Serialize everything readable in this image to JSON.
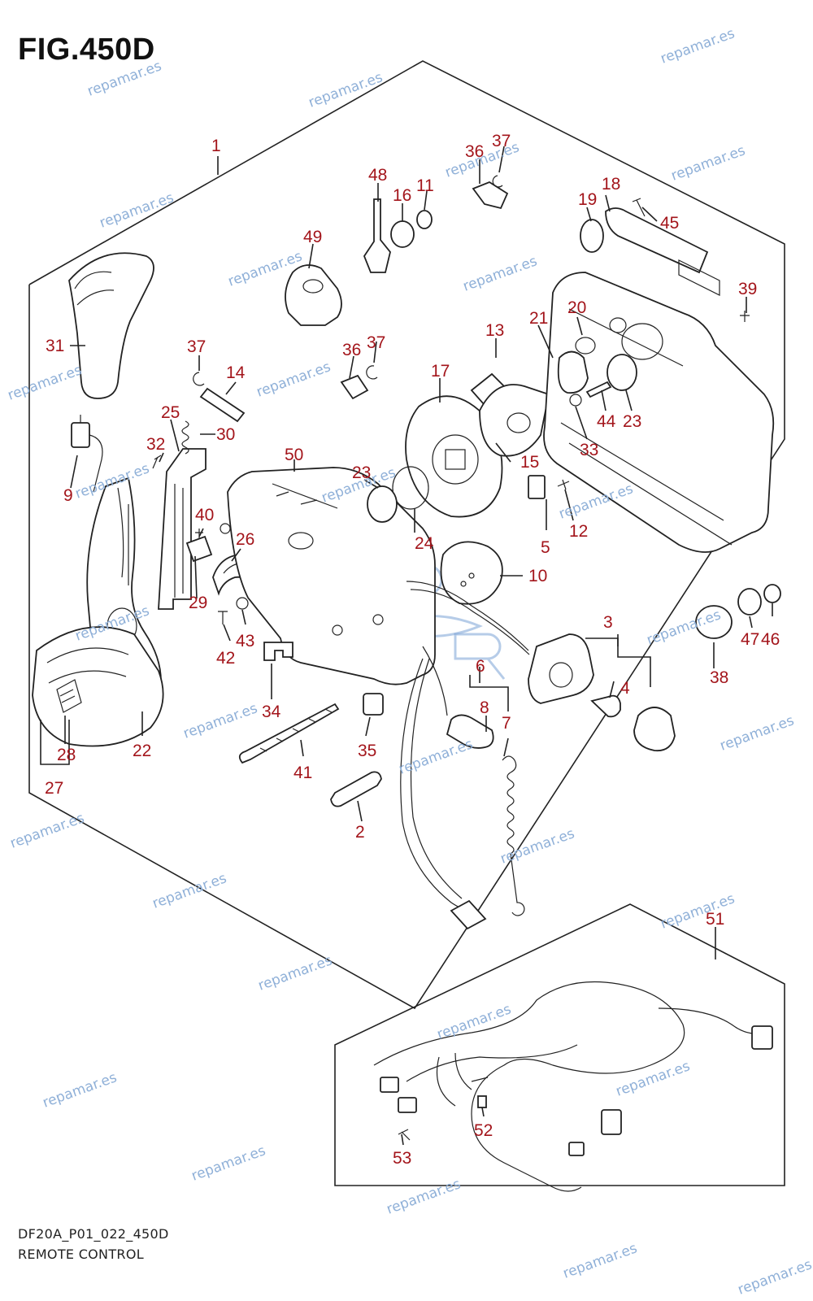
{
  "title": "FIG.450D",
  "code": "DF20A_P01_022_450D",
  "caption": "REMOTE CONTROL",
  "watermark": "repamar.es",
  "colors": {
    "callout": "#a3151b",
    "watermark": "#8fb0d8",
    "line": "#222222"
  },
  "callouts": [
    "1",
    "2",
    "3",
    "4",
    "5",
    "6",
    "7",
    "8",
    "9",
    "10",
    "11",
    "12",
    "13",
    "14",
    "15",
    "16",
    "17",
    "18",
    "19",
    "20",
    "21",
    "22",
    "23",
    "23",
    "24",
    "25",
    "26",
    "27",
    "28",
    "29",
    "30",
    "31",
    "32",
    "33",
    "34",
    "35",
    "36",
    "36",
    "37",
    "37",
    "37",
    "38",
    "39",
    "40",
    "41",
    "42",
    "43",
    "44",
    "45",
    "46",
    "47",
    "48",
    "49",
    "50",
    "51",
    "52",
    "53"
  ]
}
